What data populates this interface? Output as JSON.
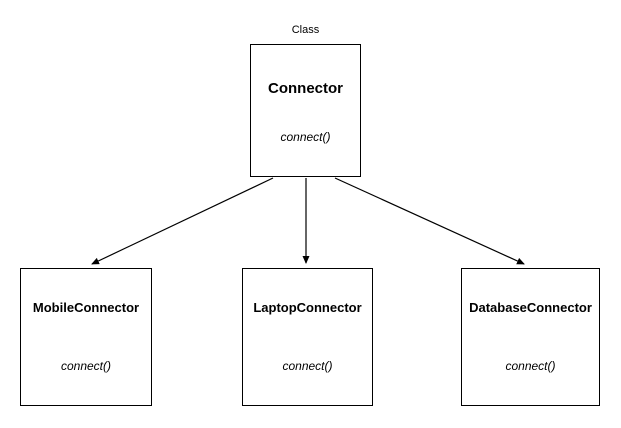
{
  "diagram": {
    "stereotype_label": "Class",
    "parent": {
      "name": "Connector",
      "method": "connect()"
    },
    "children": [
      {
        "name": "MobileConnector",
        "method": "connect()"
      },
      {
        "name": "LaptopConnector",
        "method": "connect()"
      },
      {
        "name": "DatabaseConnector",
        "method": "connect()"
      }
    ],
    "colors": {
      "stroke": "#000000",
      "text": "#000000",
      "background": "#ffffff"
    }
  }
}
